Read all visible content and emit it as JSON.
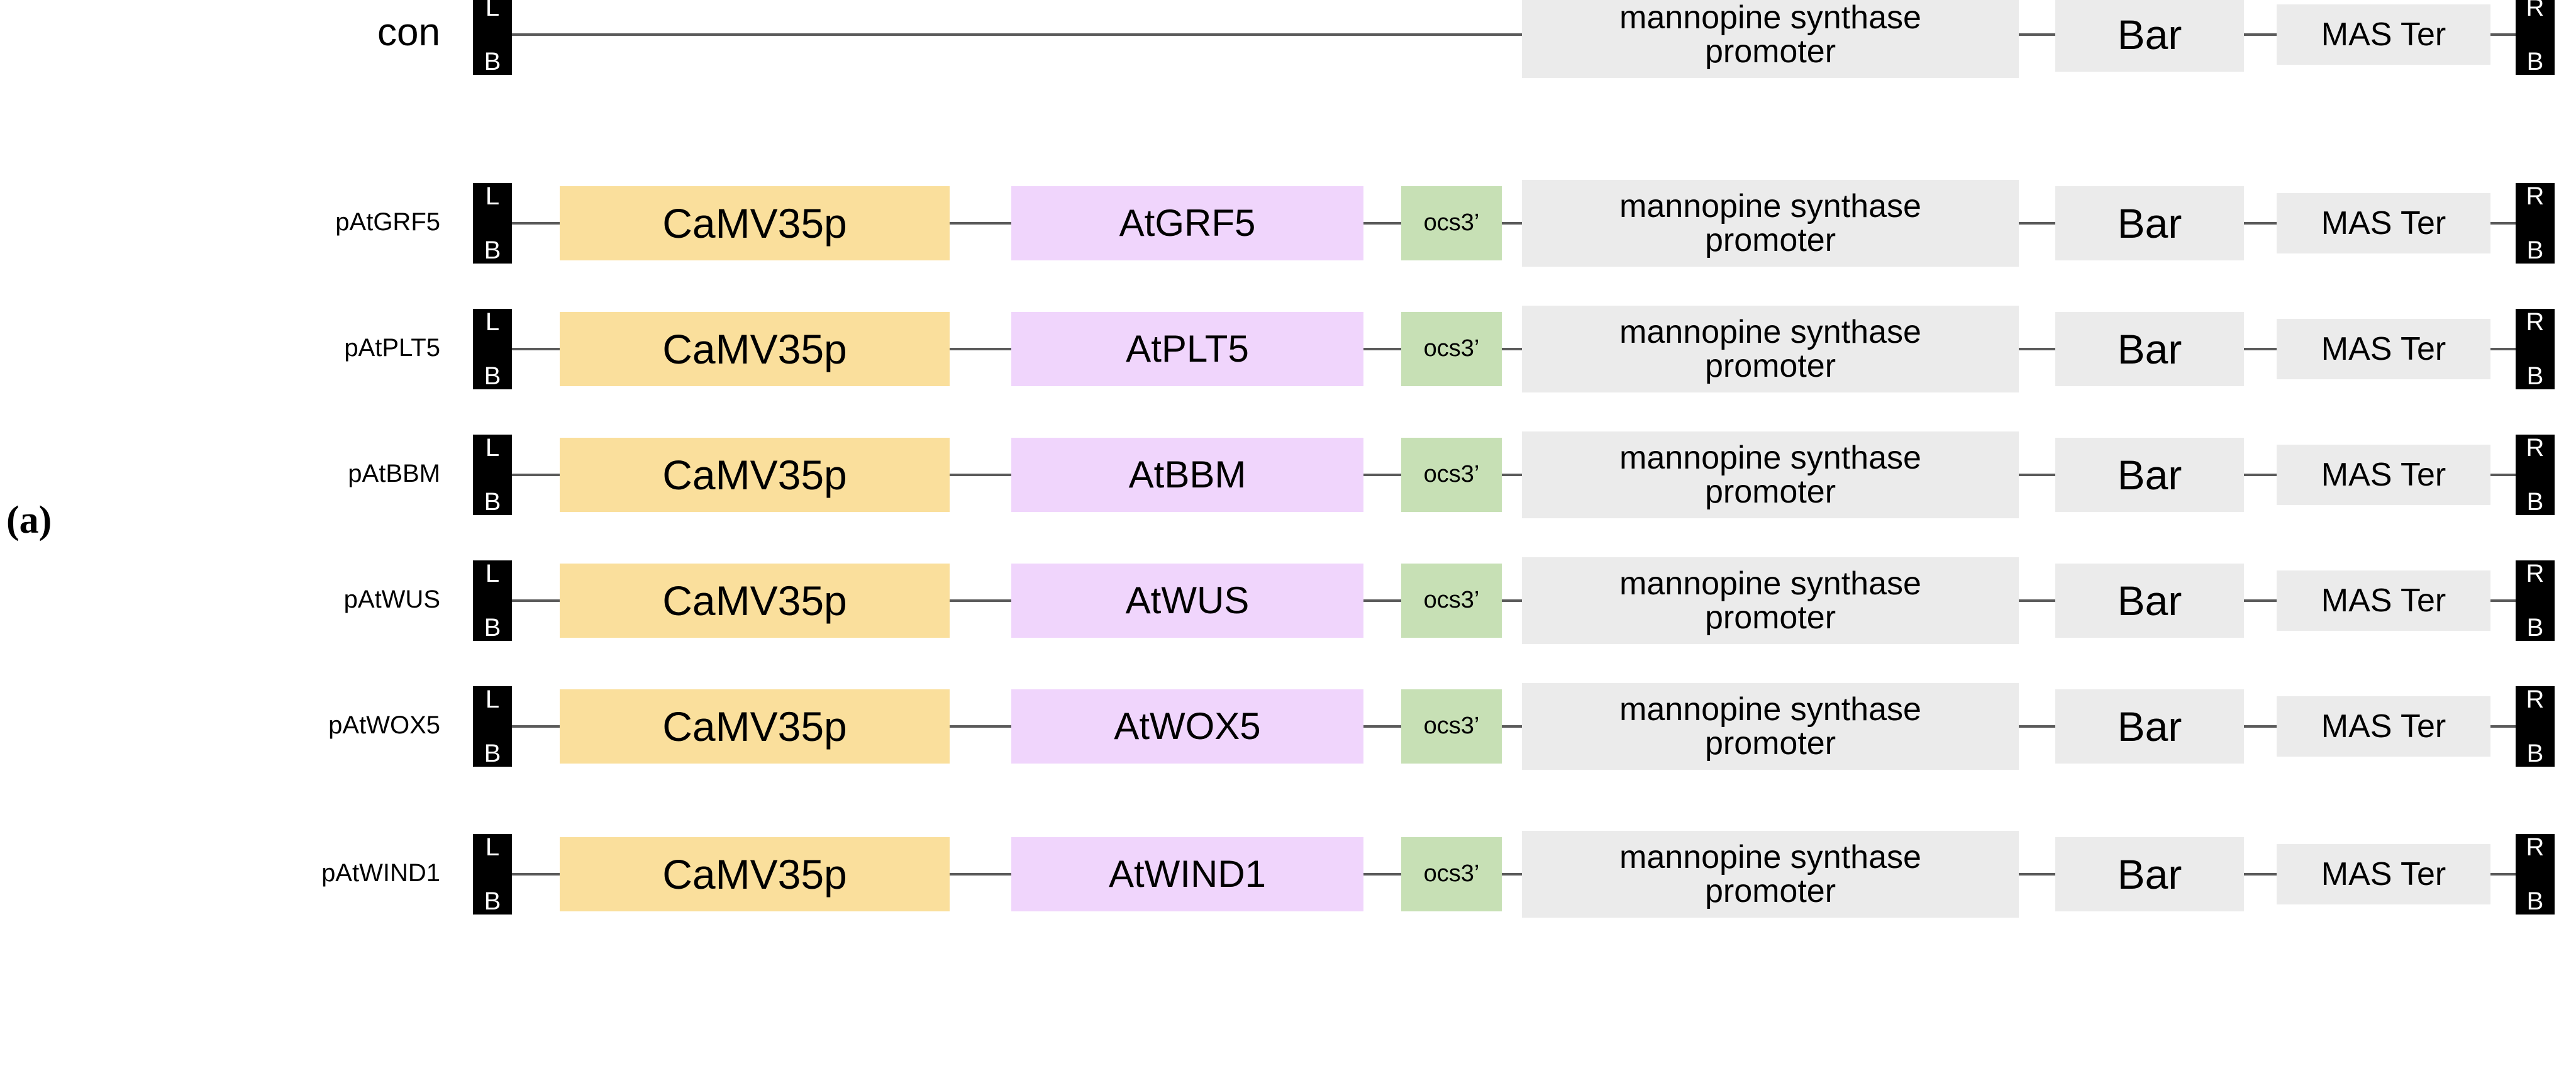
{
  "figure": {
    "panel_label": "(a)",
    "type": "plasmid-construct-diagram",
    "colors": {
      "promoter_cauliflower": "#FADF9C",
      "gene_of_interest": "#F0D5FC",
      "terminator_ocs": "#C7E0B5",
      "selection_cassette": "#EBEBEB",
      "border_box": "#000000",
      "backbone_line": "#5A5A5A",
      "background": "#FFFFFF"
    },
    "border_left": {
      "line1": "L",
      "line2": "B",
      "name": "left-border"
    },
    "border_right": {
      "line1": "R",
      "line2": "B",
      "name": "right-border"
    },
    "shared_elements": {
      "mas_promoter_line1": "mannopine synthase",
      "mas_promoter_line2": "promoter",
      "bar_gene": "Bar",
      "mas_terminator": "MAS Ter",
      "camv35_promoter": "CaMV35p",
      "ocs_terminator": "ocs3’"
    },
    "rows": [
      {
        "label": "con",
        "label_size": "big",
        "has_cassette": false,
        "promoter": null,
        "gene": null,
        "terminator": null
      },
      {
        "label": "pAtGRF5",
        "label_size": "small",
        "has_cassette": true,
        "promoter": "CaMV35p",
        "gene": "AtGRF5",
        "terminator": "ocs3’"
      },
      {
        "label": "pAtPLT5",
        "label_size": "small",
        "has_cassette": true,
        "promoter": "CaMV35p",
        "gene": "AtPLT5",
        "terminator": "ocs3’"
      },
      {
        "label": "pAtBBM",
        "label_size": "small",
        "has_cassette": true,
        "promoter": "CaMV35p",
        "gene": "AtBBM",
        "terminator": "ocs3’"
      },
      {
        "label": "pAtWUS",
        "label_size": "small",
        "has_cassette": true,
        "promoter": "CaMV35p",
        "gene": "AtWUS",
        "terminator": "ocs3’"
      },
      {
        "label": "pAtWOX5",
        "label_size": "small",
        "has_cassette": true,
        "promoter": "CaMV35p",
        "gene": "AtWOX5",
        "terminator": "ocs3’"
      },
      {
        "label": "pAtWIND1",
        "label_size": "small",
        "has_cassette": true,
        "promoter": "CaMV35p",
        "gene": "AtWIND1",
        "terminator": "ocs3’"
      }
    ]
  }
}
